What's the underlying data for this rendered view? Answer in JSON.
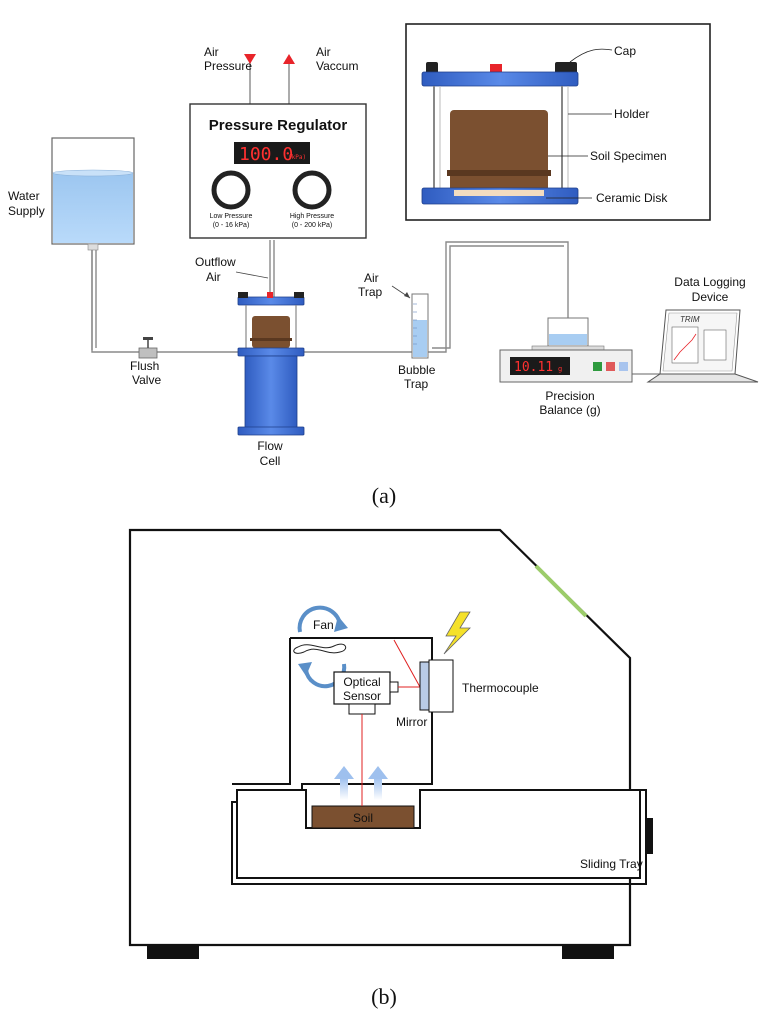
{
  "panel_a": {
    "caption": "(a)",
    "water_supply": [
      "Water",
      "Supply"
    ],
    "air_pressure": [
      "Air",
      "Pressure"
    ],
    "air_vaccum": [
      "Air",
      "Vaccum"
    ],
    "regulator": {
      "title": "Pressure Regulator",
      "display_value": "100.0",
      "display_unit": "(kPa)",
      "low_label": "Low Pressure",
      "low_range": "(0 - 16 kPa)",
      "high_label": "High Pressure",
      "high_range": "(0 - 200 kPa)"
    },
    "outflow_air": [
      "Outflow",
      "Air"
    ],
    "flush_valve": [
      "Flush",
      "Valve"
    ],
    "flow_cell": [
      "Flow",
      "Cell"
    ],
    "air_trap": [
      "Air",
      "Trap"
    ],
    "bubble_trap": [
      "Bubble",
      "Trap"
    ],
    "balance": {
      "display_value": "10.11",
      "display_unit": "g",
      "label": [
        "Precision",
        "Balance (g)"
      ]
    },
    "data_logging": [
      "Data Logging",
      "Device"
    ],
    "trim_label": "TRIM",
    "inset": {
      "cap": "Cap",
      "holder": "Holder",
      "soil_specimen": "Soil Specimen",
      "ceramic_disk": "Ceramic Disk"
    },
    "colors": {
      "blue": "#3f6fd0",
      "soil": "#7b5030",
      "water": "#a8cdf2",
      "red": "#e8242a"
    }
  },
  "panel_b": {
    "caption": "(b)",
    "fan": "Fan",
    "optical_sensor": [
      "Optical",
      "Sensor"
    ],
    "mirror": "Mirror",
    "thermocouple": "Thermocouple",
    "soil": "Soil",
    "sliding_tray": "Sliding Tray",
    "colors": {
      "soil": "#7b5030",
      "green": "#9ccc6a",
      "bolt": "#f5e12a",
      "laser": "#e02020"
    }
  }
}
